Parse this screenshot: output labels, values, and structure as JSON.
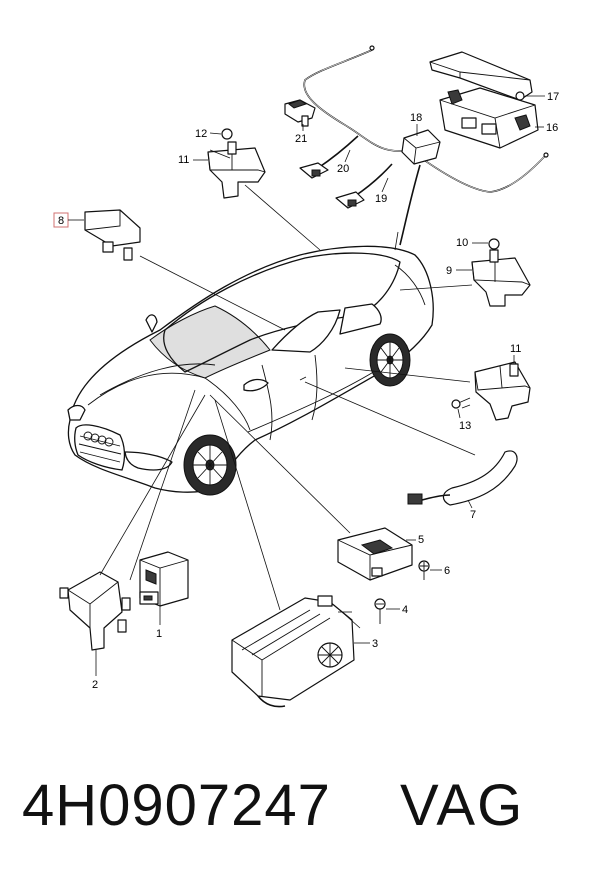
{
  "callouts": {
    "c1": "1",
    "c2": "2",
    "c3": "3",
    "c4": "4",
    "c5": "5",
    "c6": "6",
    "c7": "7",
    "c8": "8",
    "c9": "9",
    "c10": "10",
    "c11a": "11",
    "c11b": "11",
    "c12": "12",
    "c13": "13",
    "c16": "16",
    "c17": "17",
    "c18": "18",
    "c19": "19",
    "c20": "20",
    "c21": "21"
  },
  "footer": {
    "part_number": "4H0907247",
    "brand": "VAG"
  }
}
